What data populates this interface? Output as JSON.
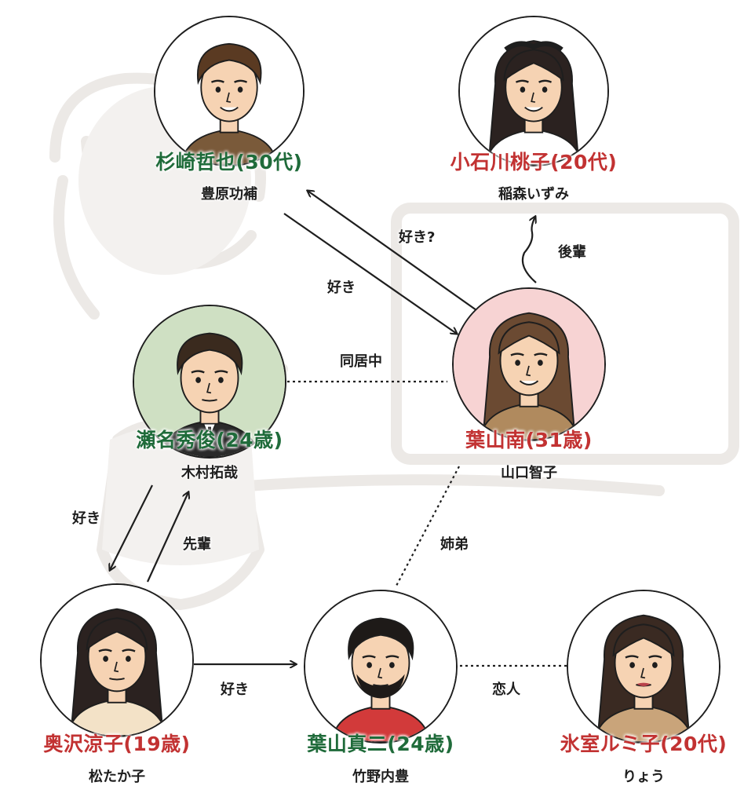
{
  "characters": {
    "sugisaki": {
      "name": "杉崎哲也(30代)",
      "actor": "豊原功補",
      "avatar_bg": "#ffffff",
      "hair": "#5a3a22",
      "name_color": "#1f6b3a"
    },
    "koishikawa": {
      "name": "小石川桃子(20代)",
      "actor": "稲森いずみ",
      "avatar_bg": "#ffffff",
      "hair": "#2b2220",
      "name_color": "#c23232"
    },
    "sena": {
      "name": "瀬名秀俊(24歳)",
      "actor": "木村拓哉",
      "avatar_bg": "#cfe0c3",
      "hair": "#3a2a1e",
      "name_color": "#1f6b3a"
    },
    "hayama_minami": {
      "name": "葉山南(31歳)",
      "actor": "山口智子",
      "avatar_bg": "#f7d3d3",
      "hair": "#6b4a32",
      "name_color": "#c23232"
    },
    "okusawa": {
      "name": "奥沢涼子(19歳)",
      "actor": "松たか子",
      "avatar_bg": "#ffffff",
      "hair": "#2b2220",
      "name_color": "#c23232"
    },
    "hayama_shinji": {
      "name": "葉山真二(24歳)",
      "actor": "竹野内豊",
      "avatar_bg": "#ffffff",
      "hair": "#1e1a18",
      "name_color": "#1f6b3a"
    },
    "himuro": {
      "name": "氷室ルミ子(20代)",
      "actor": "りょう",
      "avatar_bg": "#ffffff",
      "hair": "#3a2a22",
      "name_color": "#c23232"
    }
  },
  "relations": {
    "sugisaki_to_minami": "好き",
    "minami_to_sugisaki": "好き?",
    "kohai": "後輩",
    "doukyo": "同居中",
    "sena_to_okusawa": "好き",
    "senpai": "先輩",
    "shitei": "姉弟",
    "okusawa_to_shinji": "好き",
    "koibito": "恋人"
  },
  "colors": {
    "line": "#1e1e1e",
    "green": "#1f6b3a",
    "red": "#c23232",
    "watermark": "#ece9e6"
  }
}
